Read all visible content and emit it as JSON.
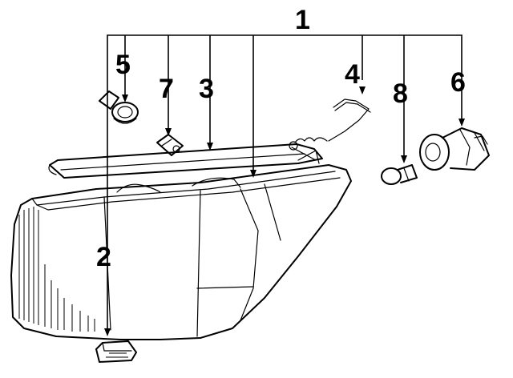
{
  "diagram": {
    "callouts": [
      {
        "id": "1",
        "label": "1"
      },
      {
        "id": "2",
        "label": "2"
      },
      {
        "id": "3",
        "label": "3"
      },
      {
        "id": "4",
        "label": "4"
      },
      {
        "id": "5",
        "label": "5"
      },
      {
        "id": "6",
        "label": "6"
      },
      {
        "id": "7",
        "label": "7"
      },
      {
        "id": "8",
        "label": "8"
      }
    ],
    "colors": {
      "ink": "#000000",
      "background": "#ffffff"
    }
  }
}
